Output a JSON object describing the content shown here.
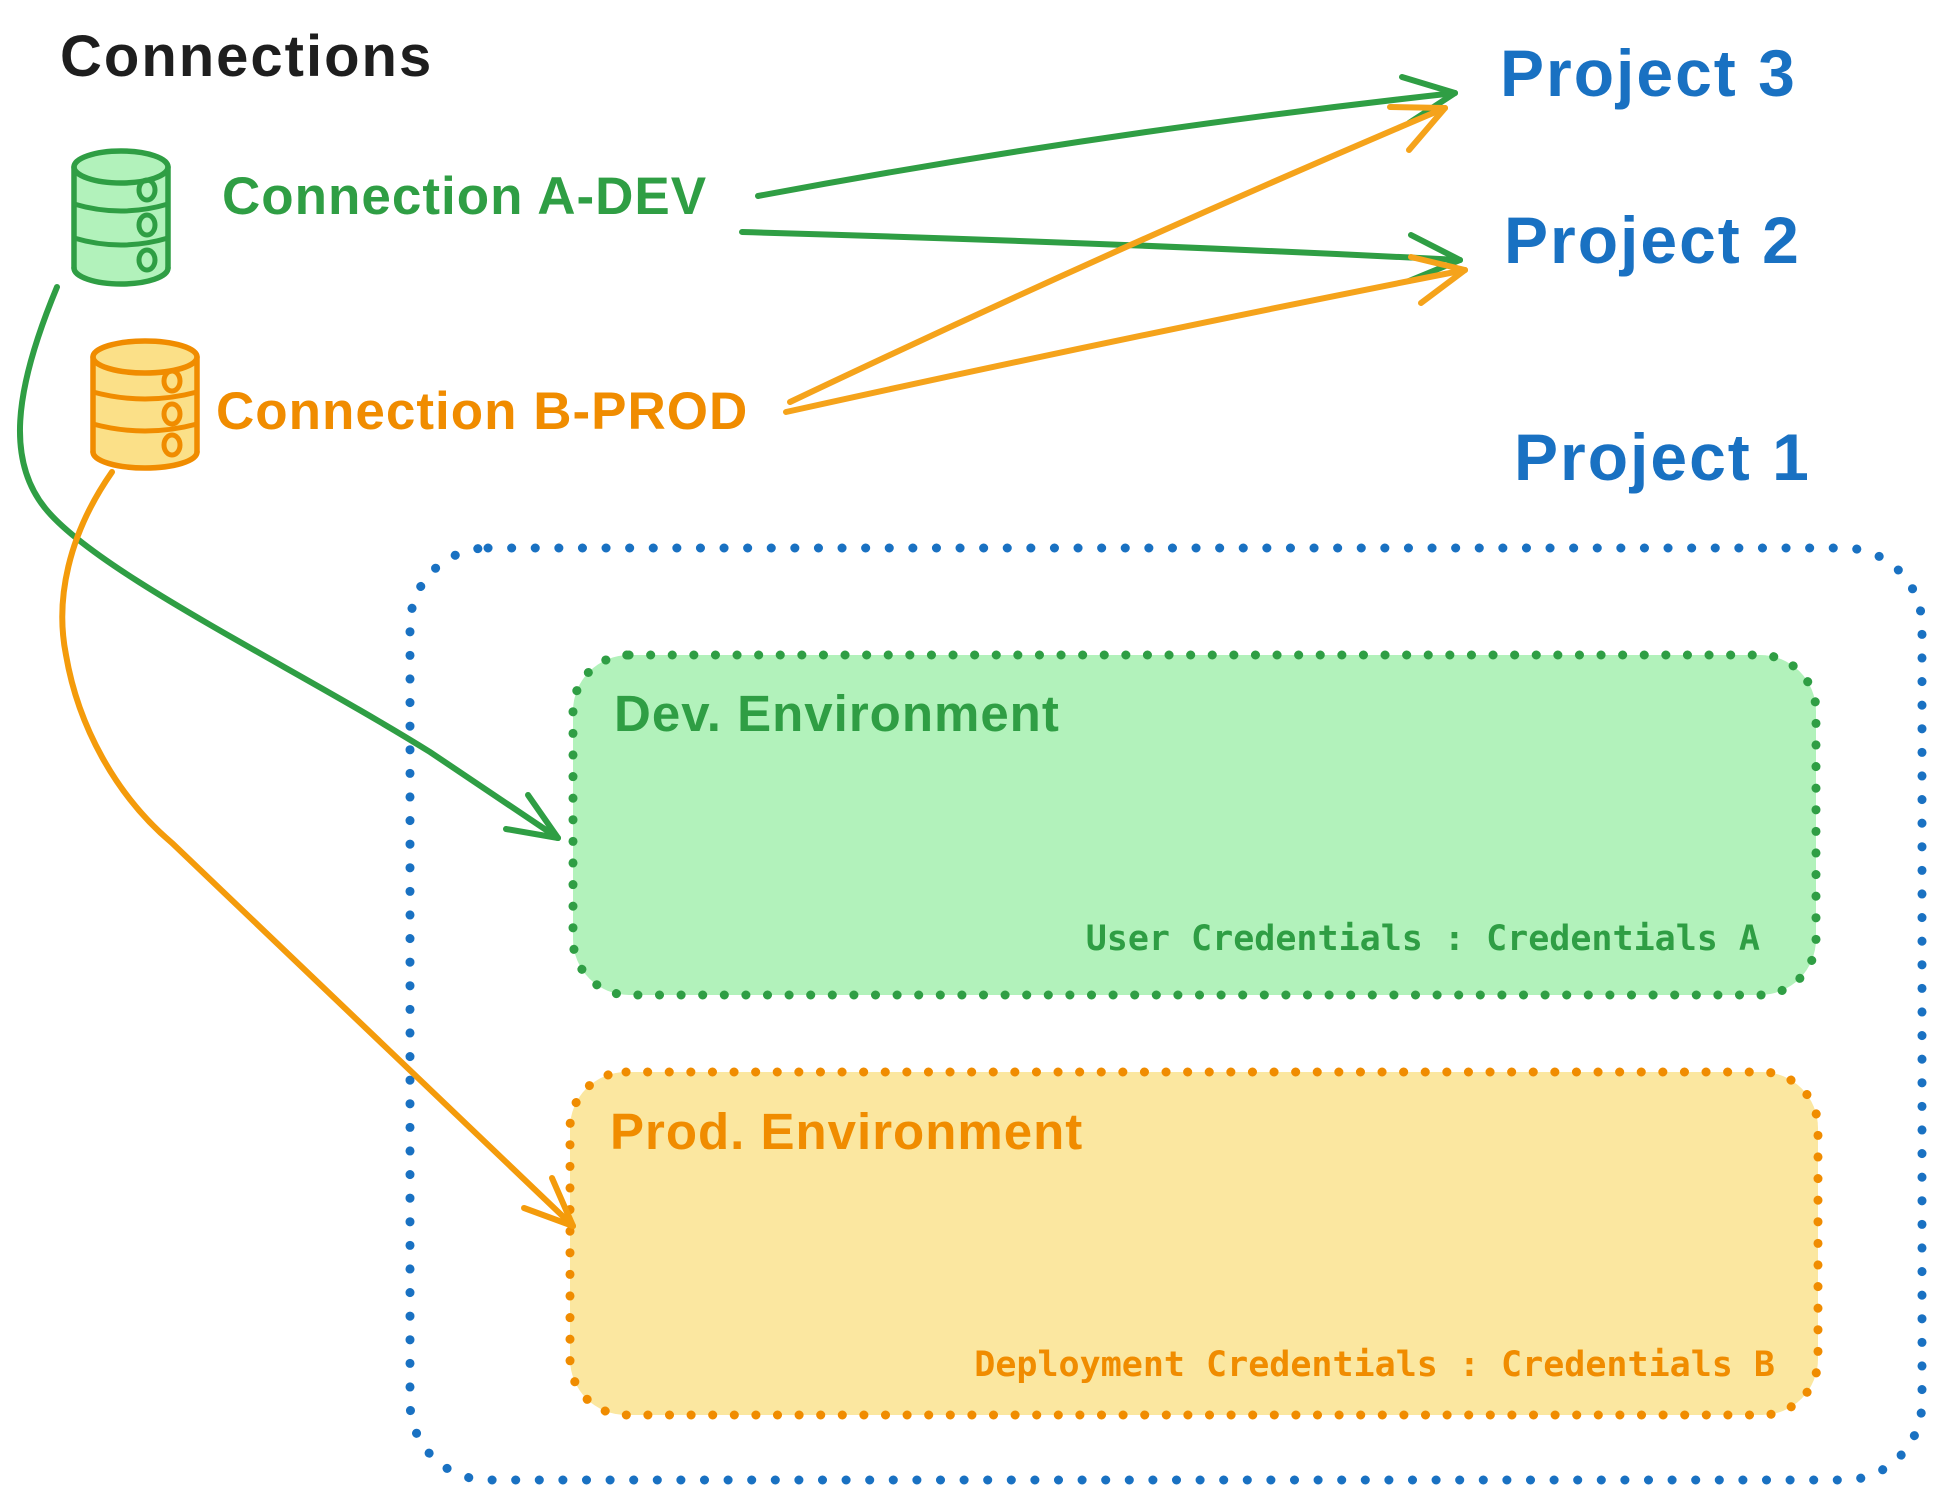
{
  "title": "Connections",
  "palette": {
    "green": "#2f9e44",
    "green_fill": "#b2f2bb",
    "orange": "#f08c00",
    "orange_arrow": "#f5a31b",
    "orange_fill": "#fbe7a0",
    "blue": "#1971c2",
    "ink": "#1e1e1e"
  },
  "connections": [
    {
      "id": "a-dev",
      "label": "Connection A-DEV",
      "icon": "database-icon",
      "color": "#2f9e44"
    },
    {
      "id": "b-prod",
      "label": "Connection B-PROD",
      "icon": "database-icon",
      "color": "#f08c00"
    }
  ],
  "projects": [
    {
      "label": "Project 3"
    },
    {
      "label": "Project 2"
    },
    {
      "label": "Project 1"
    }
  ],
  "links": [
    {
      "from": "Connection A-DEV",
      "to": "Project 3"
    },
    {
      "from": "Connection A-DEV",
      "to": "Project 2"
    },
    {
      "from": "Connection A-DEV",
      "to": "Project 1 / Dev. Environment"
    },
    {
      "from": "Connection B-PROD",
      "to": "Project 3"
    },
    {
      "from": "Connection B-PROD",
      "to": "Project 2"
    },
    {
      "from": "Connection B-PROD",
      "to": "Project 1 / Prod. Environment"
    }
  ],
  "project1": {
    "environments": [
      {
        "name": "Dev. Environment",
        "credentials": "User Credentials : Credentials A"
      },
      {
        "name": "Prod. Environment",
        "credentials": "Deployment Credentials : Credentials B"
      }
    ]
  }
}
